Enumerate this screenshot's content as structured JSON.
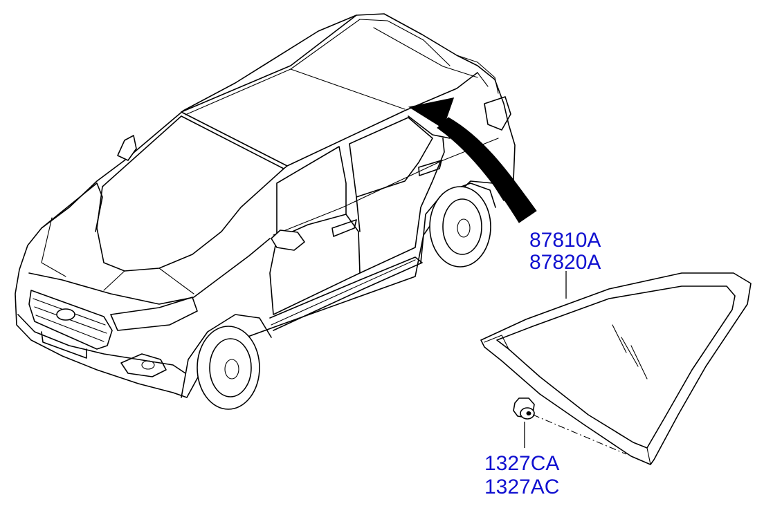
{
  "colors": {
    "line": "#000000",
    "label": "#1010d0",
    "background": "#ffffff"
  },
  "callouts": {
    "glass": {
      "part_a": "87810A",
      "part_b": "87820A"
    },
    "fastener": {
      "part_a": "1327CA",
      "part_b": "1327AC"
    }
  }
}
